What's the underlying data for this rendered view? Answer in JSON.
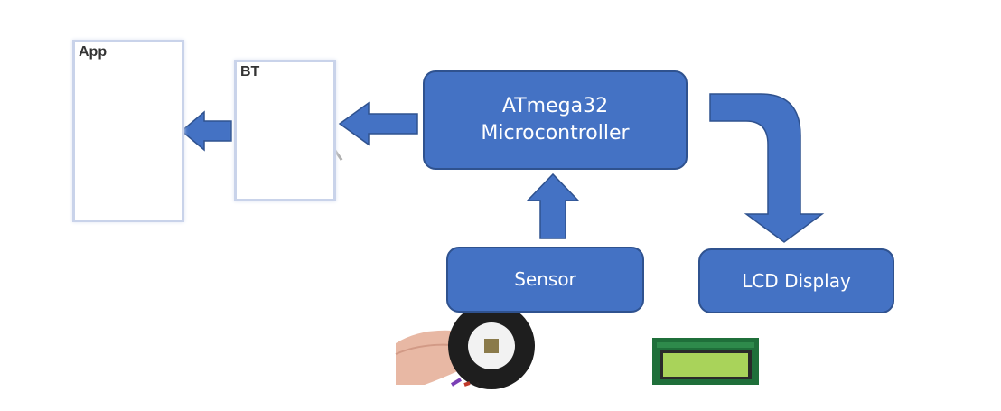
{
  "blocks": {
    "microcontroller": {
      "line1": "ATmega32",
      "line2": "Microcontroller"
    },
    "sensor": {
      "label": "Sensor"
    },
    "lcd": {
      "label": "LCD Display"
    }
  },
  "photos": {
    "app": {
      "label": "App",
      "icon": "smartphone-icon"
    },
    "bt": {
      "label": "BT",
      "icon": "bluetooth-module-icon"
    },
    "pulse_sensor": {
      "icon": "pulse-sensor-icon"
    },
    "lcd_module": {
      "icon": "lcd-module-icon"
    }
  },
  "colors": {
    "block_fill": "#4472c4",
    "block_border": "#2f528f",
    "arrow": "#4472c4"
  }
}
